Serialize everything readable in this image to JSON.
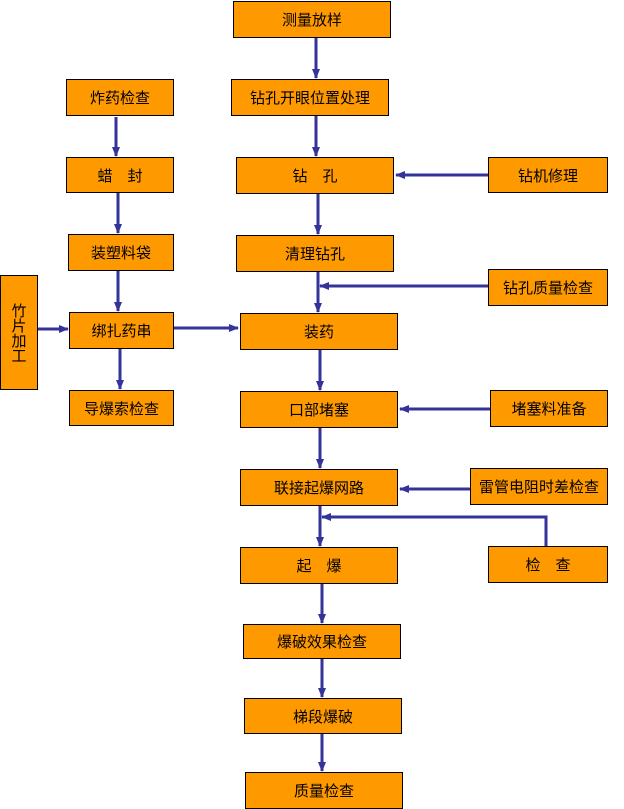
{
  "colors": {
    "box_fill": "#ff9900",
    "box_border": "#000000",
    "arrow": "#333399"
  },
  "nodes": {
    "measure": "测量放样",
    "eye_position": "钻孔开眼位置处理",
    "drill": "钻　孔",
    "clean_hole": "清理钻孔",
    "charge": "装药",
    "stemming": "口部堵塞",
    "connect_network": "联接起爆网路",
    "detonate": "起　爆",
    "blast_effect_check": "爆破效果检查",
    "bench_blasting": "梯段爆破",
    "quality_check": "质量检查",
    "explosive_check": "炸药检查",
    "wax_seal": "蜡　封",
    "plastic_bag": "装塑料袋",
    "bundle_string": "绑扎药串",
    "detonating_cord_check": "导爆索检查",
    "bamboo_processing": "竹片加工",
    "drill_repair": "钻机修理",
    "hole_quality_check": "钻孔质量检查",
    "stemming_prep": "堵塞料准备",
    "detonator_check": "雷管电阻时差检查",
    "inspection": "检　查"
  }
}
